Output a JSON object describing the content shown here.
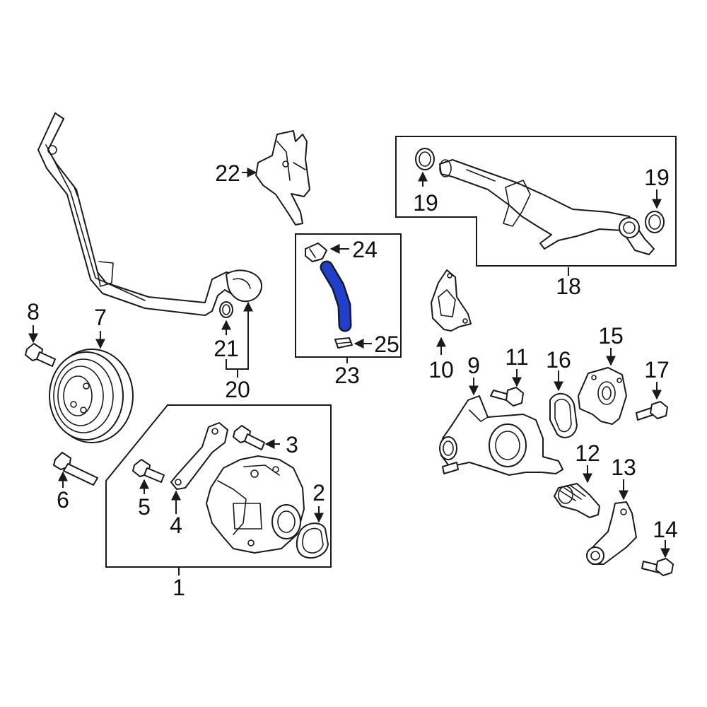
{
  "diagram": {
    "highlight_color": "#1f3fd1",
    "line_color": "#1a1a1a",
    "callouts": {
      "c1": "1",
      "c2": "2",
      "c3": "3",
      "c4": "4",
      "c5": "5",
      "c6": "6",
      "c7": "7",
      "c8": "8",
      "c9": "9",
      "c10": "10",
      "c11": "11",
      "c12": "12",
      "c13": "13",
      "c14": "14",
      "c15": "15",
      "c16": "16",
      "c17": "17",
      "c18": "18",
      "c19a": "19",
      "c19b": "19",
      "c20": "20",
      "c21": "21",
      "c22": "22",
      "c23": "23",
      "c24": "24",
      "c25": "25"
    }
  }
}
